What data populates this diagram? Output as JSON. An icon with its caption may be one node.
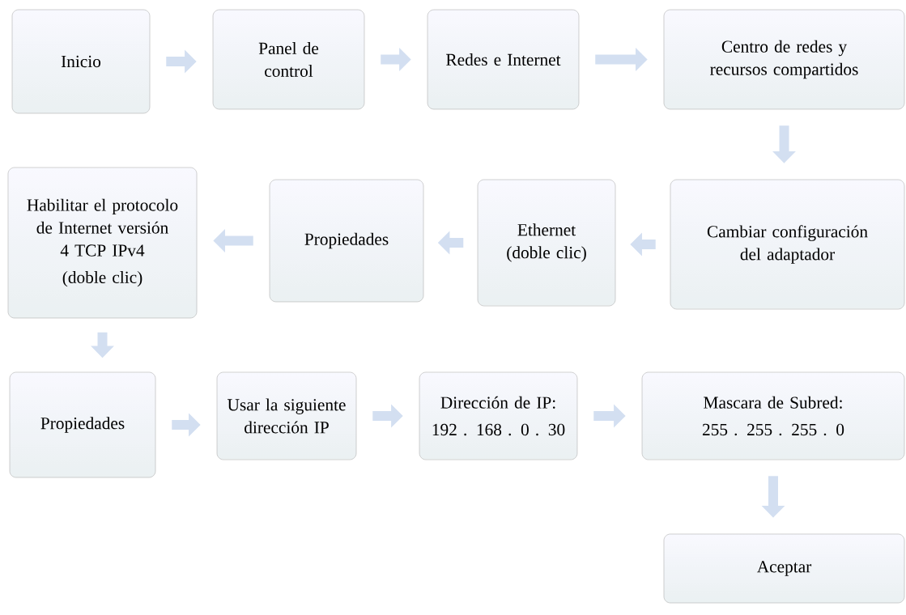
{
  "diagram": {
    "nodes": [
      {
        "text": [
          "Inicio"
        ]
      },
      {
        "text": [
          "Panel de control"
        ]
      },
      {
        "text": [
          "Redes e Internet"
        ]
      },
      {
        "text": [
          "Centro de redes y recursos compartidos"
        ]
      },
      {
        "text": [
          "Cambiar configuración del adaptador"
        ]
      },
      {
        "text": [
          "Ethernet (doble clic)"
        ]
      },
      {
        "text": [
          "Propiedades"
        ]
      },
      {
        "text": [
          "Habilitar el protocolo de Internet versión 4 TCP IPv4",
          "(doble clic)"
        ]
      },
      {
        "text": [
          "Propiedades"
        ]
      },
      {
        "text": [
          "Usar la siguiente dirección IP"
        ]
      },
      {
        "text": [
          "Dirección de IP:",
          "192 . 168 . 0 . 30"
        ]
      },
      {
        "text": [
          "Mascara de Subred:",
          "255 . 255 . 255 . 0"
        ]
      },
      {
        "text": [
          "Aceptar"
        ]
      }
    ],
    "edges": [
      {
        "from": 0,
        "to": 1,
        "arrow": "to"
      },
      {
        "from": 1,
        "to": 2,
        "arrow": "to"
      },
      {
        "from": 2,
        "to": 3,
        "arrow": "to"
      },
      {
        "from": 3,
        "to": 4,
        "arrow": "to"
      },
      {
        "from": 4,
        "to": 5,
        "arrow": "to"
      },
      {
        "from": 5,
        "to": 6,
        "arrow": "to"
      },
      {
        "from": 6,
        "to": 7,
        "arrow": "to"
      },
      {
        "from": 7,
        "to": 8,
        "arrow": "to"
      },
      {
        "from": 8,
        "to": 9,
        "arrow": "to"
      },
      {
        "from": 9,
        "to": 10,
        "arrow": "to"
      },
      {
        "from": 10,
        "to": 11,
        "arrow": "to"
      },
      {
        "from": 11,
        "to": 12,
        "arrow": "to"
      }
    ]
  }
}
